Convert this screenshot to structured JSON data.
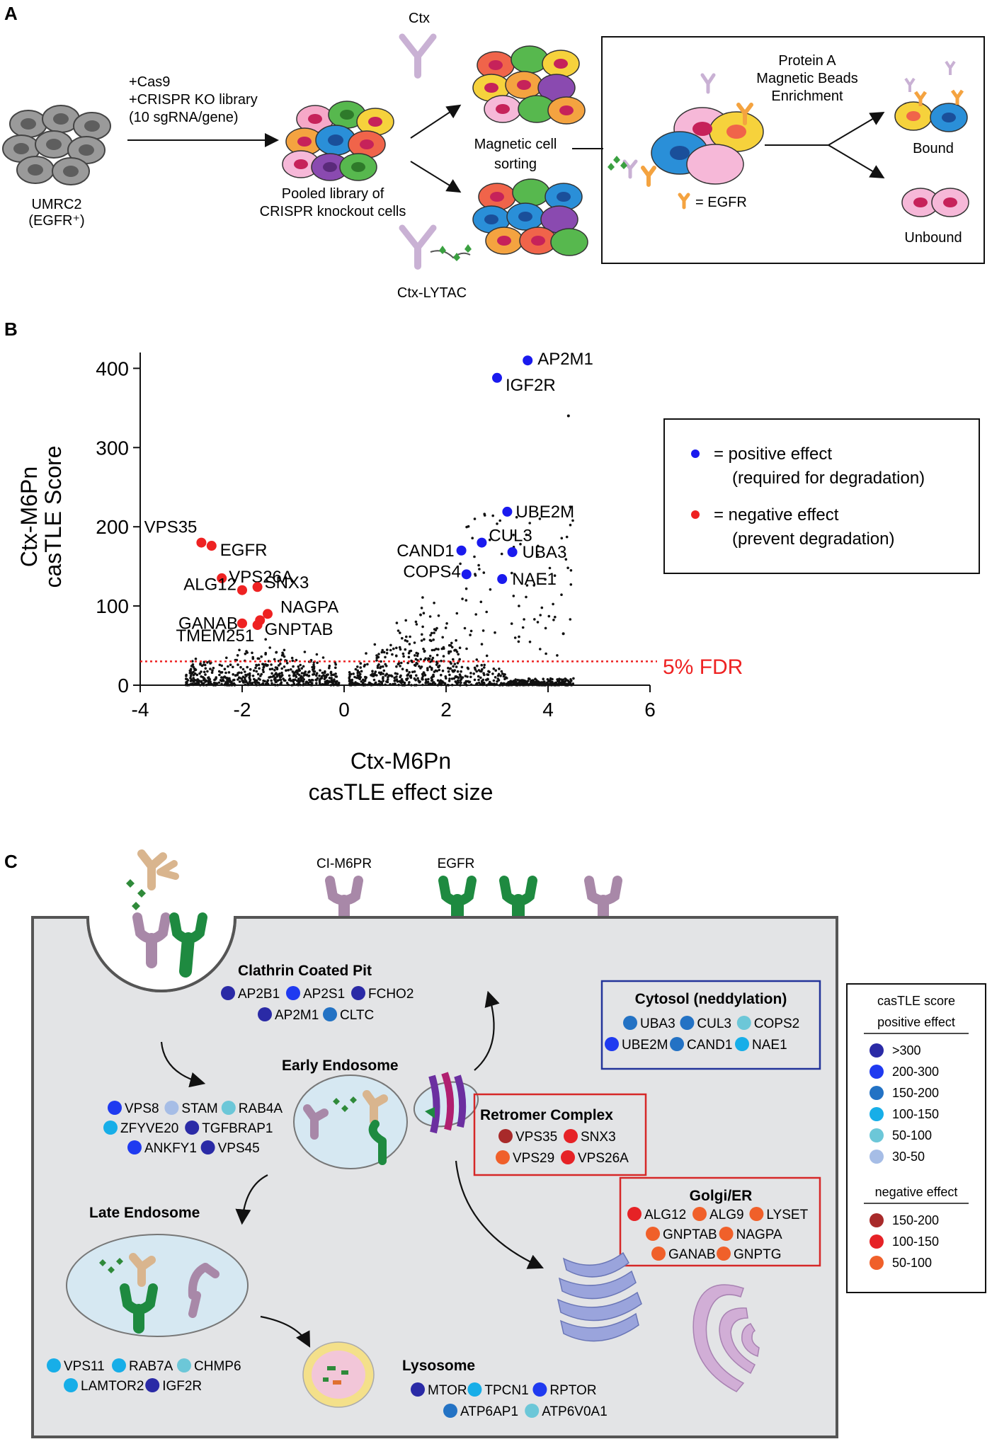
{
  "panelA": {
    "letter": "A",
    "cell_line": "UMRC2",
    "cell_line_note": "(EGFR⁺)",
    "treatment": [
      "+Cas9",
      "+CRISPR KO library",
      "(10 sgRNA/gene)"
    ],
    "pool_caption": [
      "Pooled library of",
      "CRISPR knockout cells"
    ],
    "ctx_label": "Ctx",
    "lytac_label": "Ctx-LYTAC",
    "sorting_caption": [
      "Magnetic cell",
      "sorting"
    ],
    "enrichment_title": [
      "Protein A",
      "Magnetic Beads",
      "Enrichment"
    ],
    "egfr_key": "= EGFR",
    "bound": "Bound",
    "unbound": "Unbound"
  },
  "panelB": {
    "letter": "B",
    "ylabel": [
      "Ctx-M6Pn",
      "casTLE Score"
    ],
    "xlabel": [
      "Ctx-M6Pn",
      "casTLE effect size"
    ],
    "fdr_label": "5% FDR",
    "legend": [
      {
        "text": [
          "= positive effect",
          "(required for degradation)"
        ],
        "color": "#1a1aee"
      },
      {
        "text": [
          "= negative effect",
          "(prevent degradation)"
        ],
        "color": "#ee2222"
      }
    ]
  },
  "chart_data": {
    "type": "scatter",
    "xlim": [
      -4,
      6
    ],
    "ylim": [
      0,
      420
    ],
    "xticks": [
      -4,
      -2,
      0,
      2,
      4,
      6
    ],
    "yticks": [
      0,
      100,
      200,
      300,
      400
    ],
    "fdr_threshold": 30,
    "grid": false,
    "series": [
      {
        "name": "positive effect",
        "color": "#1a1aee",
        "points": [
          {
            "label": "AP2M1",
            "x": 3.6,
            "y": 410
          },
          {
            "label": "IGF2R",
            "x": 3.0,
            "y": 388
          },
          {
            "label": "UBE2M",
            "x": 3.2,
            "y": 219
          },
          {
            "label": "CUL3",
            "x": 2.7,
            "y": 180
          },
          {
            "label": "CAND1",
            "x": 2.3,
            "y": 170
          },
          {
            "label": "UBA3",
            "x": 3.3,
            "y": 168
          },
          {
            "label": "COPS4",
            "x": 2.4,
            "y": 140
          },
          {
            "label": "NAE1",
            "x": 3.1,
            "y": 134
          }
        ]
      },
      {
        "name": "negative effect",
        "color": "#ee2222",
        "points": [
          {
            "label": "VPS35",
            "x": -2.8,
            "y": 180
          },
          {
            "label": "EGFR",
            "x": -2.6,
            "y": 176
          },
          {
            "label": "VPS26A",
            "x": -2.4,
            "y": 135
          },
          {
            "label": "ALG12",
            "x": -2.0,
            "y": 120
          },
          {
            "label": "SNX3",
            "x": -1.7,
            "y": 124
          },
          {
            "label": "NAGPA",
            "x": -1.5,
            "y": 90
          },
          {
            "label": "GANAB",
            "x": -2.0,
            "y": 78
          },
          {
            "label": "GNPTAB",
            "x": -1.7,
            "y": 76
          },
          {
            "label": "TMEM251",
            "x": -1.65,
            "y": 82
          }
        ]
      }
    ]
  },
  "panelC": {
    "letter": "C",
    "ci_m6pr": "CI-M6PR",
    "egfr": "EGFR",
    "boxes": {
      "clathrin": {
        "title": "Clathrin Coated Pit",
        "genes": [
          {
            "name": "AP2B1",
            "color": "#2a2aa6"
          },
          {
            "name": "AP2S1",
            "color": "#1f3af0"
          },
          {
            "name": "FCHO2",
            "color": "#2a2aa6"
          },
          {
            "name": "AP2M1",
            "color": "#2a2aa6"
          },
          {
            "name": "CLTC",
            "color": "#2372c4"
          }
        ]
      },
      "early": {
        "title": "Early Endosome",
        "genes": [
          {
            "name": "VPS8",
            "color": "#1f3af0"
          },
          {
            "name": "STAM",
            "color": "#a6bde6"
          },
          {
            "name": "RAB4A",
            "color": "#6cc7d8"
          },
          {
            "name": "ZFYVE20",
            "color": "#17aee8"
          },
          {
            "name": "TGFBRAP1",
            "color": "#2a2aa6"
          },
          {
            "name": "ANKFY1",
            "color": "#1f3af0"
          },
          {
            "name": "VPS45",
            "color": "#2a2aa6"
          }
        ]
      },
      "late": {
        "title": "Late Endosome",
        "genes": [
          {
            "name": "VPS11",
            "color": "#17aee8"
          },
          {
            "name": "RAB7A",
            "color": "#17aee8"
          },
          {
            "name": "CHMP6",
            "color": "#6cc7d8"
          },
          {
            "name": "LAMTOR2",
            "color": "#17aee8"
          },
          {
            "name": "IGF2R",
            "color": "#2a2aa6"
          }
        ]
      },
      "lysosome": {
        "title": "Lysosome",
        "genes": [
          {
            "name": "MTOR",
            "color": "#2a2aa6"
          },
          {
            "name": "TPCN1",
            "color": "#17aee8"
          },
          {
            "name": "RPTOR",
            "color": "#1f3af0"
          },
          {
            "name": "ATP6AP1",
            "color": "#2372c4"
          },
          {
            "name": "ATP6V0A1",
            "color": "#6cc7d8"
          }
        ]
      },
      "cytosol": {
        "title": "Cytosol (neddylation)",
        "genes": [
          {
            "name": "UBA3",
            "color": "#2372c4"
          },
          {
            "name": "CUL3",
            "color": "#2372c4"
          },
          {
            "name": "COPS2",
            "color": "#6cc7d8"
          },
          {
            "name": "UBE2M",
            "color": "#1f3af0"
          },
          {
            "name": "CAND1",
            "color": "#2372c4"
          },
          {
            "name": "NAE1",
            "color": "#17aee8"
          }
        ]
      },
      "retromer": {
        "title": "Retromer Complex",
        "genes": [
          {
            "name": "VPS35",
            "color": "#a82a2a"
          },
          {
            "name": "SNX3",
            "color": "#e62226"
          },
          {
            "name": "VPS29",
            "color": "#f0602a"
          },
          {
            "name": "VPS26A",
            "color": "#e62226"
          }
        ]
      },
      "golgi": {
        "title": "Golgi/ER",
        "genes": [
          {
            "name": "ALG12",
            "color": "#e62226"
          },
          {
            "name": "ALG9",
            "color": "#f0602a"
          },
          {
            "name": "LYSET",
            "color": "#f0602a"
          },
          {
            "name": "GNPTAB",
            "color": "#f0602a"
          },
          {
            "name": "NAGPA",
            "color": "#f0602a"
          },
          {
            "name": "GANAB",
            "color": "#f0602a"
          },
          {
            "name": "GNPTG",
            "color": "#f0602a"
          }
        ]
      }
    },
    "legend": {
      "title": "casTLE score",
      "positive_header": "positive effect",
      "positive": [
        {
          "label": ">300",
          "color": "#2a2aa6"
        },
        {
          "label": "200-300",
          "color": "#1f3af0"
        },
        {
          "label": "150-200",
          "color": "#2372c4"
        },
        {
          "label": "100-150",
          "color": "#17aee8"
        },
        {
          "label": "50-100",
          "color": "#6cc7d8"
        },
        {
          "label": "30-50",
          "color": "#a6bde6"
        }
      ],
      "negative_header": "negative effect",
      "negative": [
        {
          "label": "150-200",
          "color": "#a82a2a"
        },
        {
          "label": "100-150",
          "color": "#e62226"
        },
        {
          "label": "50-100",
          "color": "#f0602a"
        }
      ]
    }
  }
}
